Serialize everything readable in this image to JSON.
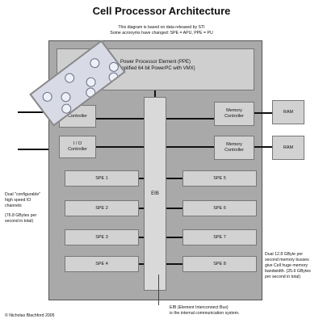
{
  "header": {
    "title": "Cell Processor Architecture",
    "subtitle_line1": "This diagram is based on data released by STI",
    "subtitle_line2": "Some acronyms have changed:  SPE = APU,  PPE = PU"
  },
  "ppe": {
    "line1": "Power Processor Element (PPE)",
    "line2": "Simplified 64 bit PowerPC with VMX)"
  },
  "eib": {
    "label": "EIB"
  },
  "controllers": {
    "left_top_line1": "",
    "left_top_line2": "Controller",
    "io_line1": "I / O",
    "io_line2": "Controller",
    "mem1_line1": "Memory",
    "mem1_line2": "Controller",
    "mem2_line1": "Memory",
    "mem2_line2": "Controller"
  },
  "ram": [
    "RAM",
    "RAM"
  ],
  "spes_left": [
    "SPE 1",
    "SPE 2",
    "SPE 3",
    "SPE 4"
  ],
  "spes_right": [
    "SPE 5",
    "SPE 6",
    "SPE 7",
    "SPE 8"
  ],
  "notes": {
    "io_lines": [
      "Dual \"configurable\"",
      "high speed IO",
      "channels"
    ],
    "io_bw_lines": [
      "(76.8 GBytes per",
      "second in total)"
    ],
    "mem_lines": [
      "Dual 12.8 GByte per",
      "second memory busses",
      "give Cell huge memory",
      "bandwidth.   (25.6 GBytes",
      "per second in total)"
    ],
    "eib_lines": [
      "EIB (Element Interconnect Bus)",
      "is the internal communication system."
    ],
    "copyright": "© Nicholas Blachford 2005"
  }
}
